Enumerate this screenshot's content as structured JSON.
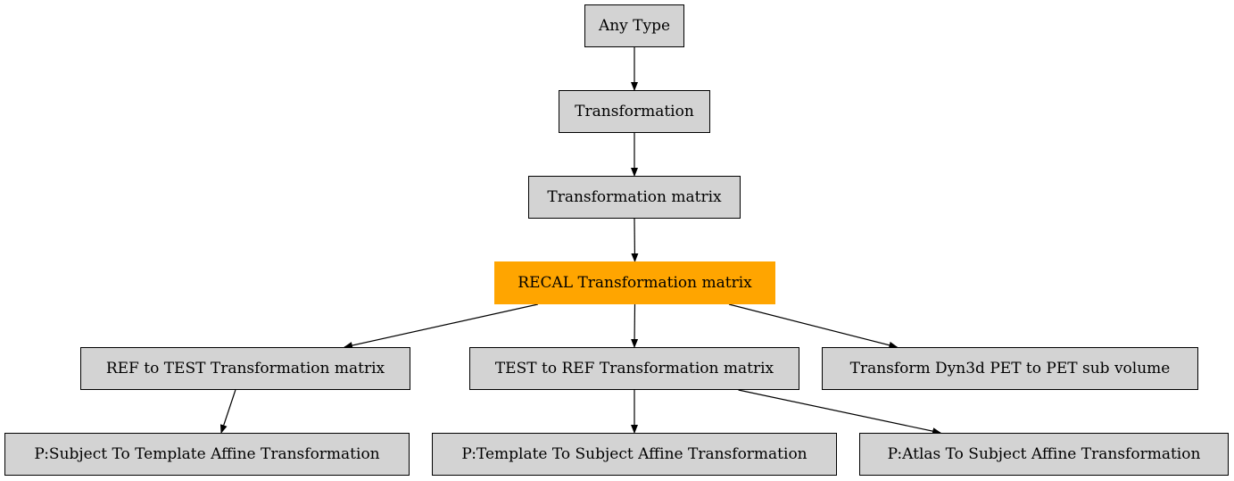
{
  "colors": {
    "node_fill": "#d3d3d3",
    "highlight_fill": "#ffa500",
    "edge": "#000000"
  },
  "nodes": {
    "any_type": "Any Type",
    "transformation": "Transformation",
    "transformation_matrix": "Transformation matrix",
    "recal": "RECAL Transformation matrix",
    "ref_to_test": "REF to TEST Transformation matrix",
    "test_to_ref": "TEST to REF Transformation matrix",
    "dyn3d": "Transform Dyn3d PET to PET sub volume",
    "subject_to_template": "P:Subject To Template Affine Transformation",
    "template_to_subject": "P:Template To Subject Affine Transformation",
    "atlas_to_subject": "P:Atlas To Subject Affine Transformation"
  },
  "highlighted_node": "recal",
  "edges": [
    [
      "any_type",
      "transformation"
    ],
    [
      "transformation",
      "transformation_matrix"
    ],
    [
      "transformation_matrix",
      "recal"
    ],
    [
      "recal",
      "ref_to_test"
    ],
    [
      "recal",
      "test_to_ref"
    ],
    [
      "recal",
      "dyn3d"
    ],
    [
      "ref_to_test",
      "subject_to_template"
    ],
    [
      "test_to_ref",
      "template_to_subject"
    ],
    [
      "test_to_ref",
      "atlas_to_subject"
    ]
  ]
}
